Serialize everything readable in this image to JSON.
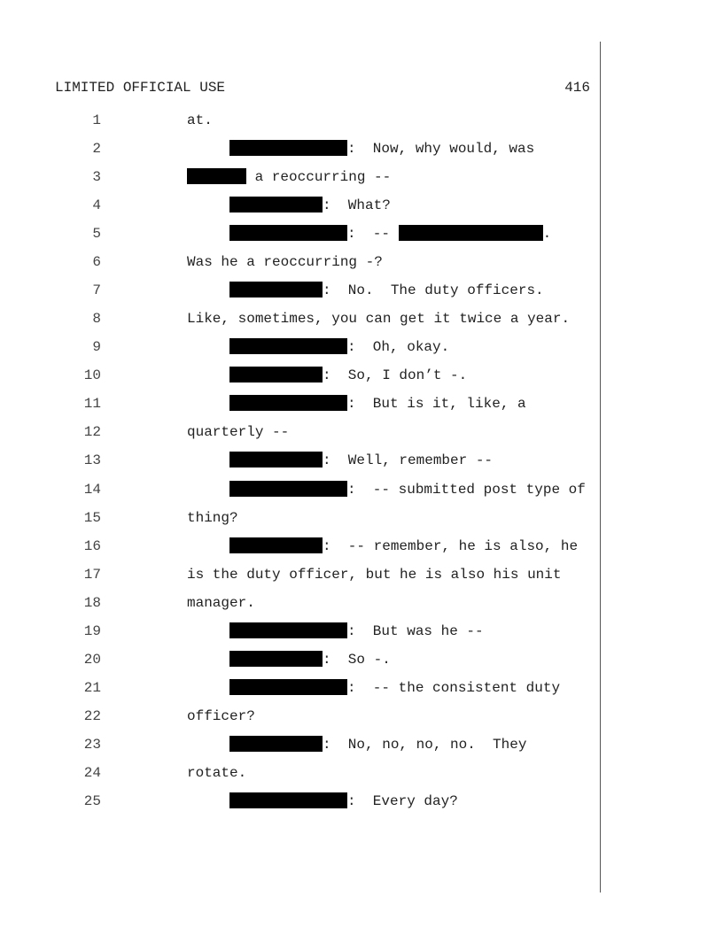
{
  "header": {
    "classification": "LIMITED OFFICIAL USE",
    "page_number": "416"
  },
  "lines": [
    {
      "num": "1",
      "indent": false,
      "segments": [
        {
          "text": "at."
        }
      ]
    },
    {
      "num": "2",
      "indent": true,
      "segments": [
        {
          "redaction": "long"
        },
        {
          "text": ":  Now, why would, was"
        }
      ]
    },
    {
      "num": "3",
      "indent": false,
      "segments": [
        {
          "redaction": "name"
        },
        {
          "text": " a reoccurring --"
        }
      ]
    },
    {
      "num": "4",
      "indent": true,
      "segments": [
        {
          "redaction": "short"
        },
        {
          "text": ":  What?"
        }
      ]
    },
    {
      "num": "5",
      "indent": true,
      "segments": [
        {
          "redaction": "long"
        },
        {
          "text": ":  -- "
        },
        {
          "redaction": "wide"
        },
        {
          "text": "."
        }
      ]
    },
    {
      "num": "6",
      "indent": false,
      "segments": [
        {
          "text": "Was he a reoccurring -?"
        }
      ]
    },
    {
      "num": "7",
      "indent": true,
      "segments": [
        {
          "redaction": "short"
        },
        {
          "text": ":  No.  The duty officers."
        }
      ]
    },
    {
      "num": "8",
      "indent": false,
      "segments": [
        {
          "text": "Like, sometimes, you can get it twice a year."
        }
      ]
    },
    {
      "num": "9",
      "indent": true,
      "segments": [
        {
          "redaction": "long"
        },
        {
          "text": ":  Oh, okay."
        }
      ]
    },
    {
      "num": "10",
      "indent": true,
      "segments": [
        {
          "redaction": "short"
        },
        {
          "text": ":  So, I don’t -."
        }
      ]
    },
    {
      "num": "11",
      "indent": true,
      "segments": [
        {
          "redaction": "long"
        },
        {
          "text": ":  But is it, like, a"
        }
      ]
    },
    {
      "num": "12",
      "indent": false,
      "segments": [
        {
          "text": "quarterly --"
        }
      ]
    },
    {
      "num": "13",
      "indent": true,
      "segments": [
        {
          "redaction": "short"
        },
        {
          "text": ":  Well, remember --"
        }
      ]
    },
    {
      "num": "14",
      "indent": true,
      "segments": [
        {
          "redaction": "long"
        },
        {
          "text": ":  -- submitted post type of"
        }
      ]
    },
    {
      "num": "15",
      "indent": false,
      "segments": [
        {
          "text": "thing?"
        }
      ]
    },
    {
      "num": "16",
      "indent": true,
      "segments": [
        {
          "redaction": "short"
        },
        {
          "text": ":  -- remember, he is also, he"
        }
      ]
    },
    {
      "num": "17",
      "indent": false,
      "segments": [
        {
          "text": "is the duty officer, but he is also his unit"
        }
      ]
    },
    {
      "num": "18",
      "indent": false,
      "segments": [
        {
          "text": "manager."
        }
      ]
    },
    {
      "num": "19",
      "indent": true,
      "segments": [
        {
          "redaction": "long"
        },
        {
          "text": ":  But was he --"
        }
      ]
    },
    {
      "num": "20",
      "indent": true,
      "segments": [
        {
          "redaction": "short"
        },
        {
          "text": ":  So -."
        }
      ]
    },
    {
      "num": "21",
      "indent": true,
      "segments": [
        {
          "redaction": "long"
        },
        {
          "text": ":  -- the consistent duty"
        }
      ]
    },
    {
      "num": "22",
      "indent": false,
      "segments": [
        {
          "text": "officer?"
        }
      ]
    },
    {
      "num": "23",
      "indent": true,
      "segments": [
        {
          "redaction": "short"
        },
        {
          "text": ":  No, no, no, no.  They"
        }
      ]
    },
    {
      "num": "24",
      "indent": false,
      "segments": [
        {
          "text": "rotate."
        }
      ]
    },
    {
      "num": "25",
      "indent": true,
      "segments": [
        {
          "redaction": "long"
        },
        {
          "text": ":  Every day?"
        }
      ]
    }
  ]
}
